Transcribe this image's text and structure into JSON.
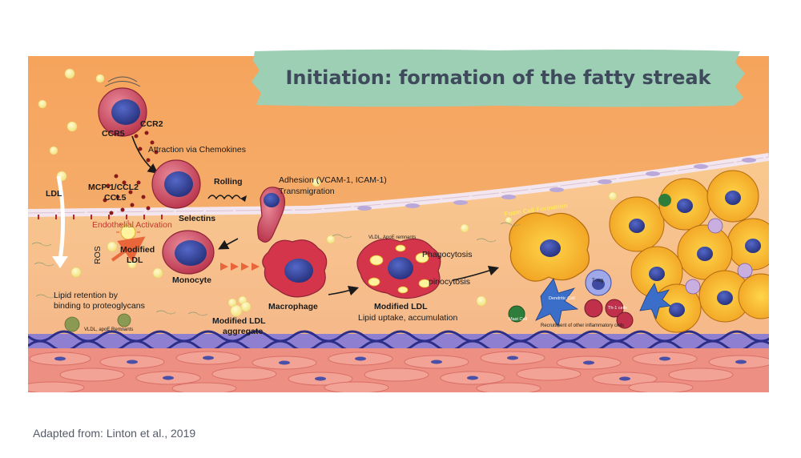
{
  "slide": {
    "title": "Initiation: formation of the fatty streak",
    "caption": "Adapted from: Linton et al., 2019",
    "accent_color": "#9ccfb4"
  },
  "diagram": {
    "labels": {
      "ldl": "LDL",
      "ccr5": "CCR5",
      "ccr2": "CCR2",
      "attraction": "Attraction via Chemokines",
      "mcp1": "MCP-1/CCL2",
      "ccl5": "CCL5",
      "rolling": "Rolling",
      "adhesion1": "Adhesion (VCAM-1, ICAM-1)",
      "adhesion2": "Transmigration",
      "selectins": "Selectins",
      "endothelial": "Endothelial Activation",
      "ros": "ROS",
      "modified_ldl_1": "Modified",
      "modified_ldl_2": "LDL",
      "monocyte": "Monocyte",
      "lipid_retention_1": "Lipid retention by",
      "lipid_retention_2": "binding to proteoglycans",
      "vldl_left": "VLDL, apoE Remnants",
      "modified_ldl_aggregate_1": "Modified LDL",
      "modified_ldl_aggregate_2": "aggregate",
      "macrophage": "Macrophage",
      "vldl_top": "VLDL, ApoE remnants",
      "phagocytosis": "Phagocytosis",
      "pinocytosis": "pinocytosis",
      "modified_ldl_center": "Modified LDL",
      "lipid_uptake": "Lipid uptake, accumulation",
      "foam_cell": "Foam Cell Formation",
      "treg": "T-reg",
      "dendritic": "Dendritic Cell",
      "th1": "Th-1 cells",
      "mast": "Mast Cell",
      "recruitment": "Recruitment of other inflammatory cells"
    }
  }
}
